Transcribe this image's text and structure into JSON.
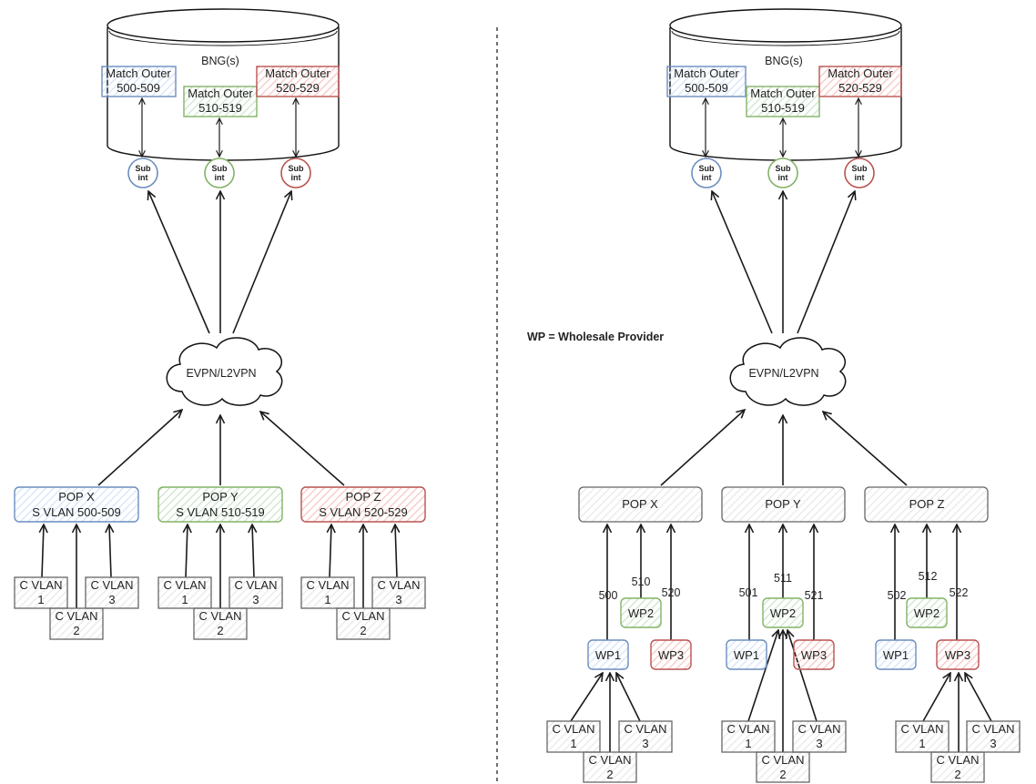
{
  "legend": "WP = Wholesale Provider",
  "colors": {
    "blue": "#6c8ebf",
    "green": "#82b366",
    "red": "#b85450",
    "gray": "#666666",
    "blue_fill": "#dae8fc",
    "green_fill": "#d5e8d4",
    "red_fill": "#f8cecc"
  },
  "left": {
    "bng": {
      "title": "BNG(s)",
      "match": [
        {
          "line1": "Match Outer",
          "line2": "500-509"
        },
        {
          "line1": "Match Outer",
          "line2": "510-519"
        },
        {
          "line1": "Match Outer",
          "line2": "520-529"
        }
      ]
    },
    "subint": [
      {
        "line1": "Sub",
        "line2": "int"
      },
      {
        "line1": "Sub",
        "line2": "int"
      },
      {
        "line1": "Sub",
        "line2": "int"
      }
    ],
    "cloud": "EVPN/L2VPN",
    "pops": [
      {
        "line1": "POP X",
        "line2": "S VLAN 500-509"
      },
      {
        "line1": "POP Y",
        "line2": "S VLAN 510-519"
      },
      {
        "line1": "POP Z",
        "line2": "S VLAN 520-529"
      }
    ],
    "cvlans": [
      [
        {
          "a": "C VLAN",
          "b": "1"
        },
        {
          "a": "C VLAN",
          "b": "2"
        },
        {
          "a": "C VLAN",
          "b": "3"
        }
      ],
      [
        {
          "a": "C VLAN",
          "b": "1"
        },
        {
          "a": "C VLAN",
          "b": "2"
        },
        {
          "a": "C VLAN",
          "b": "3"
        }
      ],
      [
        {
          "a": "C VLAN",
          "b": "1"
        },
        {
          "a": "C VLAN",
          "b": "2"
        },
        {
          "a": "C VLAN",
          "b": "3"
        }
      ]
    ]
  },
  "right": {
    "bng": {
      "title": "BNG(s)",
      "match": [
        {
          "line1": "Match Outer",
          "line2": "500-509"
        },
        {
          "line1": "Match Outer",
          "line2": "510-519"
        },
        {
          "line1": "Match Outer",
          "line2": "520-529"
        }
      ]
    },
    "subint": [
      {
        "line1": "Sub",
        "line2": "int"
      },
      {
        "line1": "Sub",
        "line2": "int"
      },
      {
        "line1": "Sub",
        "line2": "int"
      }
    ],
    "cloud": "EVPN/L2VPN",
    "pops": [
      {
        "label": "POP X"
      },
      {
        "label": "POP Y"
      },
      {
        "label": "POP Z"
      }
    ],
    "wps": [
      {
        "wp1": "WP1",
        "wp2": "WP2",
        "wp3": "WP3"
      },
      {
        "wp1": "WP1",
        "wp2": "WP2",
        "wp3": "WP3"
      },
      {
        "wp1": "WP1",
        "wp2": "WP2",
        "wp3": "WP3"
      }
    ],
    "vlan_labels": [
      {
        "v1": "500",
        "v2": "510",
        "v3": "520"
      },
      {
        "v1": "501",
        "v2": "511",
        "v3": "521"
      },
      {
        "v1": "502",
        "v2": "512",
        "v3": "522"
      }
    ],
    "cvlans": [
      [
        {
          "a": "C VLAN",
          "b": "1"
        },
        {
          "a": "C VLAN",
          "b": "2"
        },
        {
          "a": "C VLAN",
          "b": "3"
        }
      ],
      [
        {
          "a": "C VLAN",
          "b": "1"
        },
        {
          "a": "C VLAN",
          "b": "2"
        },
        {
          "a": "C VLAN",
          "b": "3"
        }
      ],
      [
        {
          "a": "C VLAN",
          "b": "1"
        },
        {
          "a": "C VLAN",
          "b": "2"
        },
        {
          "a": "C VLAN",
          "b": "3"
        }
      ]
    ]
  }
}
